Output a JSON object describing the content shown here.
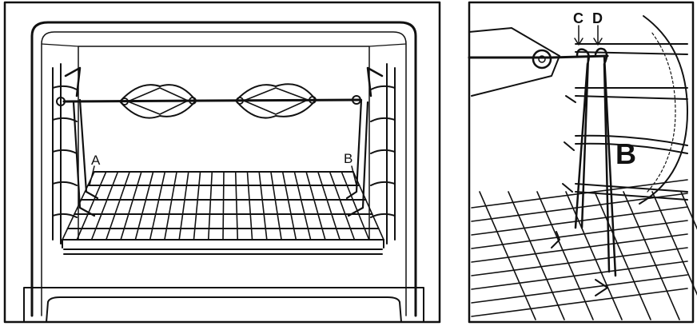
{
  "labels": {
    "left_A": "A",
    "left_B": "B",
    "right_C": "C",
    "right_D": "D",
    "right_B": "B"
  },
  "colors": {
    "ink": "#111111",
    "paper": "#ffffff"
  }
}
